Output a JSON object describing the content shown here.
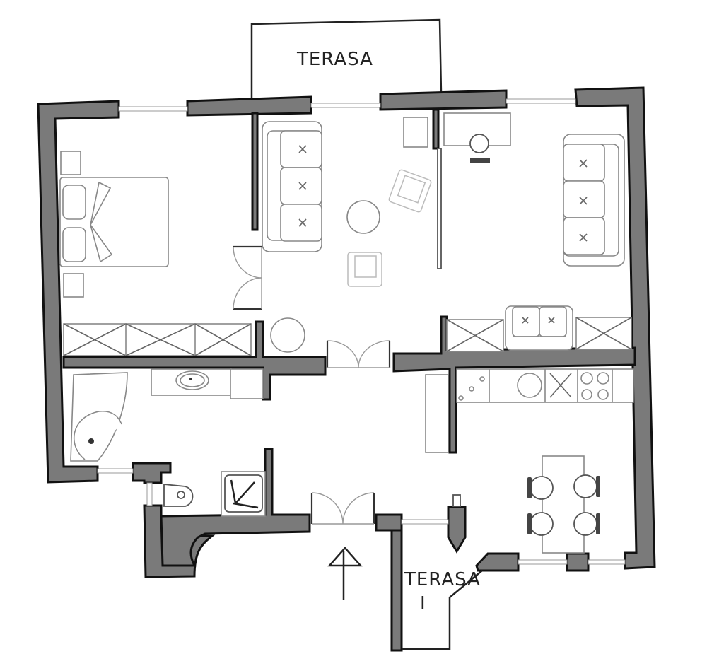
{
  "plan": {
    "title": "Apartment floor plan (hand-drawn)",
    "colors": {
      "wall_fill": "#7a7a7a",
      "wall_stroke": "#111111",
      "furniture_stroke": "#888888",
      "background": "#ffffff"
    },
    "labels": {
      "terrace_top": "TERASA",
      "terrace_bottom_line1": "TERASA",
      "terrace_bottom_line2": "I"
    },
    "rooms": [
      {
        "id": "bedroom",
        "items": [
          "double-bed",
          "nightstand",
          "nightstand",
          "wardrobe"
        ]
      },
      {
        "id": "living-room",
        "items": [
          "three-seat-sofa",
          "round-coffee-table",
          "armchair",
          "armchair",
          "side-table",
          "round-table"
        ]
      },
      {
        "id": "study-lounge",
        "items": [
          "desk",
          "desk-chair",
          "three-seat-sofa",
          "two-seat-sofa",
          "cabinet",
          "cabinet"
        ]
      },
      {
        "id": "bathroom",
        "items": [
          "corner-bathtub",
          "washbasin",
          "toilet",
          "shower"
        ]
      },
      {
        "id": "kitchen-dining",
        "items": [
          "sink",
          "hob",
          "counter",
          "dining-table",
          "chair",
          "chair",
          "chair",
          "chair"
        ]
      },
      {
        "id": "hallway",
        "items": [
          "entrance-double-door",
          "entrance-arrow"
        ]
      }
    ]
  }
}
